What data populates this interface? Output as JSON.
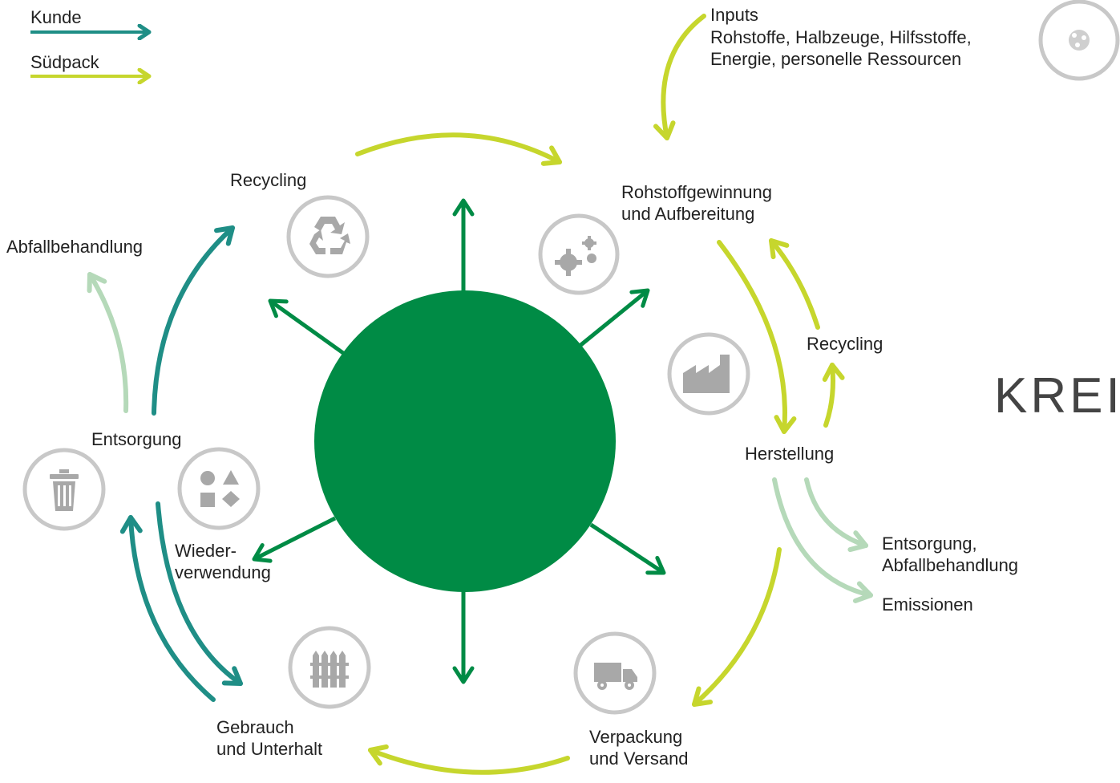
{
  "legend": [
    {
      "label": "Kunde",
      "color": "#1f8e86"
    },
    {
      "label": "Südpack",
      "color": "#c6d62d"
    }
  ],
  "colors": {
    "center": "#008b45",
    "customer": "#1f8e86",
    "company": "#c6d62d",
    "faded": "#b5d9b9",
    "icon_ring": "#c8c8c8",
    "icon_fill": "#a8a8a8"
  },
  "inputs": {
    "title": "Inputs",
    "line1": "Rohstoffe, Halbzeuge, Hilfsstoffe,",
    "line2": "Energie, personelle Ressourcen"
  },
  "stages": {
    "rohstoff_1": "Rohstoffgewinnung",
    "rohstoff_2": "und Aufbereitung",
    "recycling_right": "Recycling",
    "herstellung": "Herstellung",
    "entsorgung_right_1": "Entsorgung,",
    "entsorgung_right_2": "Abfallbehandlung",
    "emissionen": "Emissionen",
    "verpackung_1": "Verpackung",
    "verpackung_2": "und Versand",
    "gebrauch_1": "Gebrauch",
    "gebrauch_2": "und Unterhalt",
    "wieder_1": "Wieder-",
    "wieder_2": "verwendung",
    "entsorgung_left": "Entsorgung",
    "abfall_left": "Abfallbehandlung",
    "recycling_top": "Recycling"
  },
  "heading_partial": "KREI",
  "icons": [
    "gears-icon",
    "factory-icon",
    "truck-icon",
    "fence-icon",
    "shapes-icon",
    "trash-icon",
    "recycle-icon",
    "corner-icon"
  ]
}
